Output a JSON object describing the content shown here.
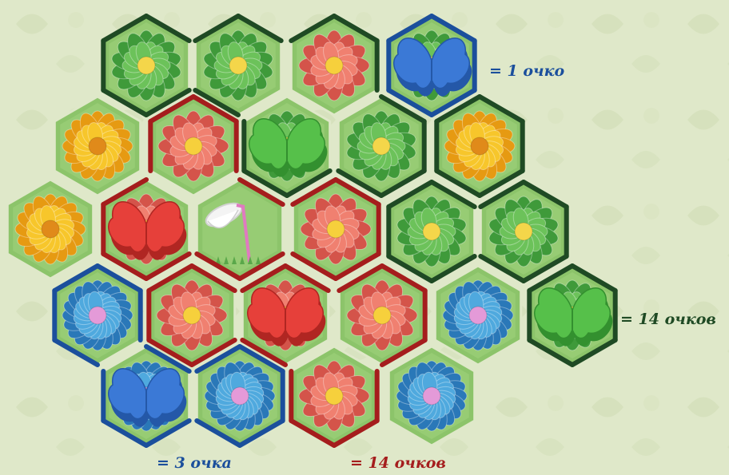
{
  "colors": {
    "background": "#dfe8c9",
    "tile_bg": "#8cc46a",
    "region_blue": "#1b4f9c",
    "region_red": "#a51d1d",
    "region_green": "#1f4a24",
    "label_blue": "#1b4f9c",
    "label_red": "#a51d1d",
    "label_green": "#1f4a24"
  },
  "tiles": [
    {
      "flower": "green-flower-icon"
    },
    {
      "flower": "green-flower-icon"
    },
    {
      "flower": "red-flower-icon"
    },
    {
      "flower": "green-flower-icon",
      "piece": "blue-butterfly-meeple"
    },
    {
      "flower": "yellow-flower-icon"
    },
    {
      "flower": "red-flower-icon"
    },
    {
      "flower": "green-flower-icon",
      "piece": "green-butterfly-meeple"
    },
    {
      "flower": "green-flower-icon"
    },
    {
      "flower": "yellow-flower-icon"
    },
    {
      "flower": "yellow-flower-icon"
    },
    {
      "flower": "red-flower-icon",
      "piece": "red-butterfly-meeple"
    },
    {
      "flower": "net-icon"
    },
    {
      "flower": "red-flower-icon"
    },
    {
      "flower": "green-flower-icon"
    },
    {
      "flower": "green-flower-icon"
    },
    {
      "flower": "blue-flower-icon"
    },
    {
      "flower": "red-flower-icon"
    },
    {
      "flower": "red-flower-icon",
      "piece": "red-butterfly-meeple"
    },
    {
      "flower": "red-flower-icon"
    },
    {
      "flower": "blue-flower-icon"
    },
    {
      "flower": "green-flower-icon",
      "piece": "green-butterfly-meeple"
    },
    {
      "flower": "blue-flower-icon",
      "piece": "blue-butterfly-meeple"
    },
    {
      "flower": "blue-flower-icon"
    },
    {
      "flower": "red-flower-icon"
    },
    {
      "flower": "blue-flower-icon"
    }
  ],
  "scores": {
    "blue_top": "= 1 очко",
    "green_right": "= 14 очков",
    "blue_bottom": "= 3 очка",
    "red_bottom": "= 14 очков"
  }
}
